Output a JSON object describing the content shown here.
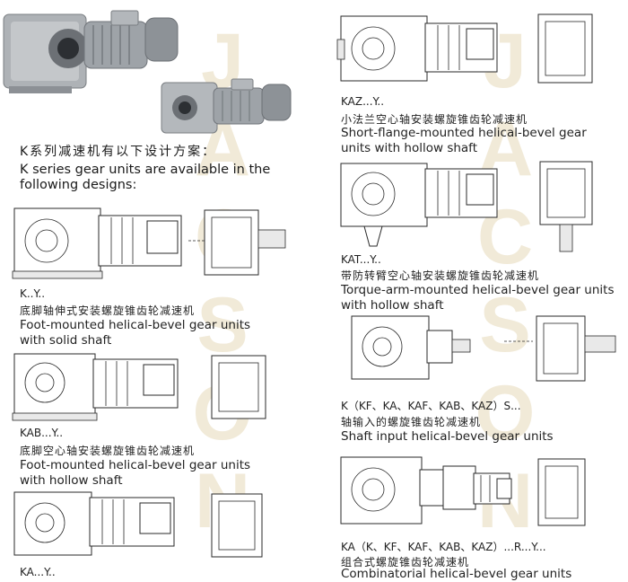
{
  "watermark": "JACSON",
  "heading": {
    "zh": "K系列减速机有以下设计方案：",
    "en": "K series gear units are available in the following designs:"
  },
  "items": [
    {
      "code": "K..Y..",
      "zh": "底脚轴伸式安装螺旋锥齿轮减速机",
      "en": "Foot-mounted helical-bevel gear units with solid shaft"
    },
    {
      "code": "KAB...Y..",
      "zh": "底脚空心轴安装螺旋锥齿轮减速机",
      "en": "Foot-mounted helical-bevel gear units with hollow shaft"
    },
    {
      "code": "KA...Y..",
      "zh": "",
      "en": ""
    },
    {
      "code": "KAZ...Y..",
      "zh": "小法兰空心轴安装螺旋锥齿轮减速机",
      "en": "Short-flange-mounted helical-bevel gear units with hollow shaft"
    },
    {
      "code": "KAT...Y..",
      "zh": "带防转臂空心轴安装螺旋锥齿轮减速机",
      "en": "Torque-arm-mounted helical-bevel gear units with hollow shaft"
    },
    {
      "code": "K（KF、KA、KAF、KAB、KAZ）S...",
      "zh": "轴输入的螺旋锥齿轮减速机",
      "en": "Shaft input helical-bevel gear units"
    },
    {
      "code": "KA（K、KF、KAF、KAB、KAZ）...R...Y...",
      "zh": "组合式螺旋锥齿轮减速机",
      "en": "Combinatorial helical-bevel gear units"
    }
  ],
  "colors": {
    "watermark": "#f1ead8",
    "photo_body": "#9ea3a8",
    "text": "#222222"
  }
}
